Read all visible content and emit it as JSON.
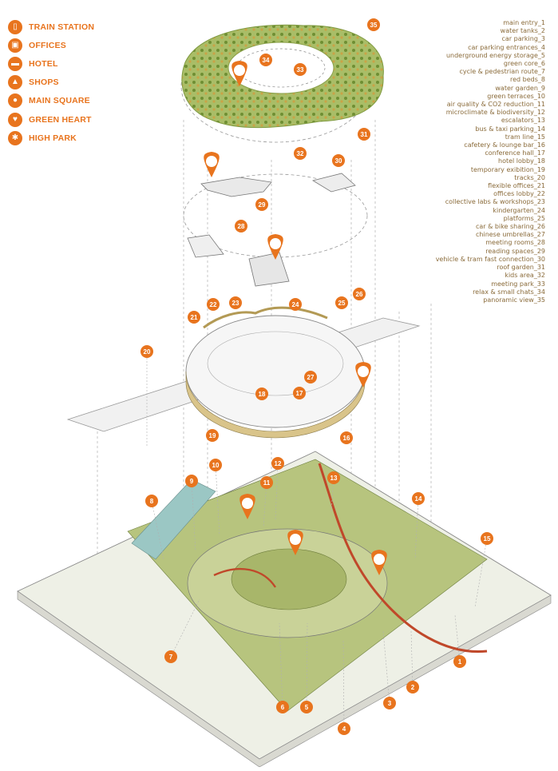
{
  "legend": [
    {
      "label": "TRAIN STATION",
      "icon": "train-icon"
    },
    {
      "label": "OFFICES",
      "icon": "briefcase-icon"
    },
    {
      "label": "HOTEL",
      "icon": "bed-icon"
    },
    {
      "label": "SHOPS",
      "icon": "shopping-bag-icon"
    },
    {
      "label": "MAIN SQUARE",
      "icon": "person-icon"
    },
    {
      "label": "GREEN HEART",
      "icon": "heart-icon"
    },
    {
      "label": "HIGH PARK",
      "icon": "tree-icon"
    }
  ],
  "key": [
    "main entry_1",
    "water tanks_2",
    "car parking_3",
    "car parking entrances_4",
    "underground energy storage_5",
    "green core_6",
    "cycle & pedestrian route_7",
    "red beds_8",
    "water garden_9",
    "green terraces_10",
    "air quality & CO2 reduction_11",
    "microclimate & biodiversity_12",
    "escalators_13",
    "bus & taxi parking_14",
    "tram line_15",
    "cafetery & lounge bar_16",
    "conference hall_17",
    "hotel lobby_18",
    "temporary exibition_19",
    "tracks_20",
    "flexible offices_21",
    "offices lobby_22",
    "collective labs & workshops_23",
    "kindergarten_24",
    "platforms_25",
    "car & bike sharing_26",
    "chinese umbrellas_27",
    "meeting rooms_28",
    "reading spaces_29",
    "vehicle & tram fast connection_30",
    "roof garden_31",
    "kids area_32",
    "meeting park_33",
    "relax & small chats_34",
    "panoramic view_35"
  ],
  "numbers": [
    "1",
    "2",
    "3",
    "4",
    "5",
    "6",
    "7",
    "8",
    "9",
    "10",
    "11",
    "12",
    "13",
    "14",
    "15",
    "16",
    "17",
    "18",
    "19",
    "20",
    "21",
    "22",
    "23",
    "24",
    "25",
    "26",
    "27",
    "28",
    "29",
    "30",
    "31",
    "32",
    "33",
    "34",
    "35"
  ],
  "colors": {
    "accent": "#e8741e",
    "green": "#9fb55a",
    "grey": "#cfcfcf"
  }
}
